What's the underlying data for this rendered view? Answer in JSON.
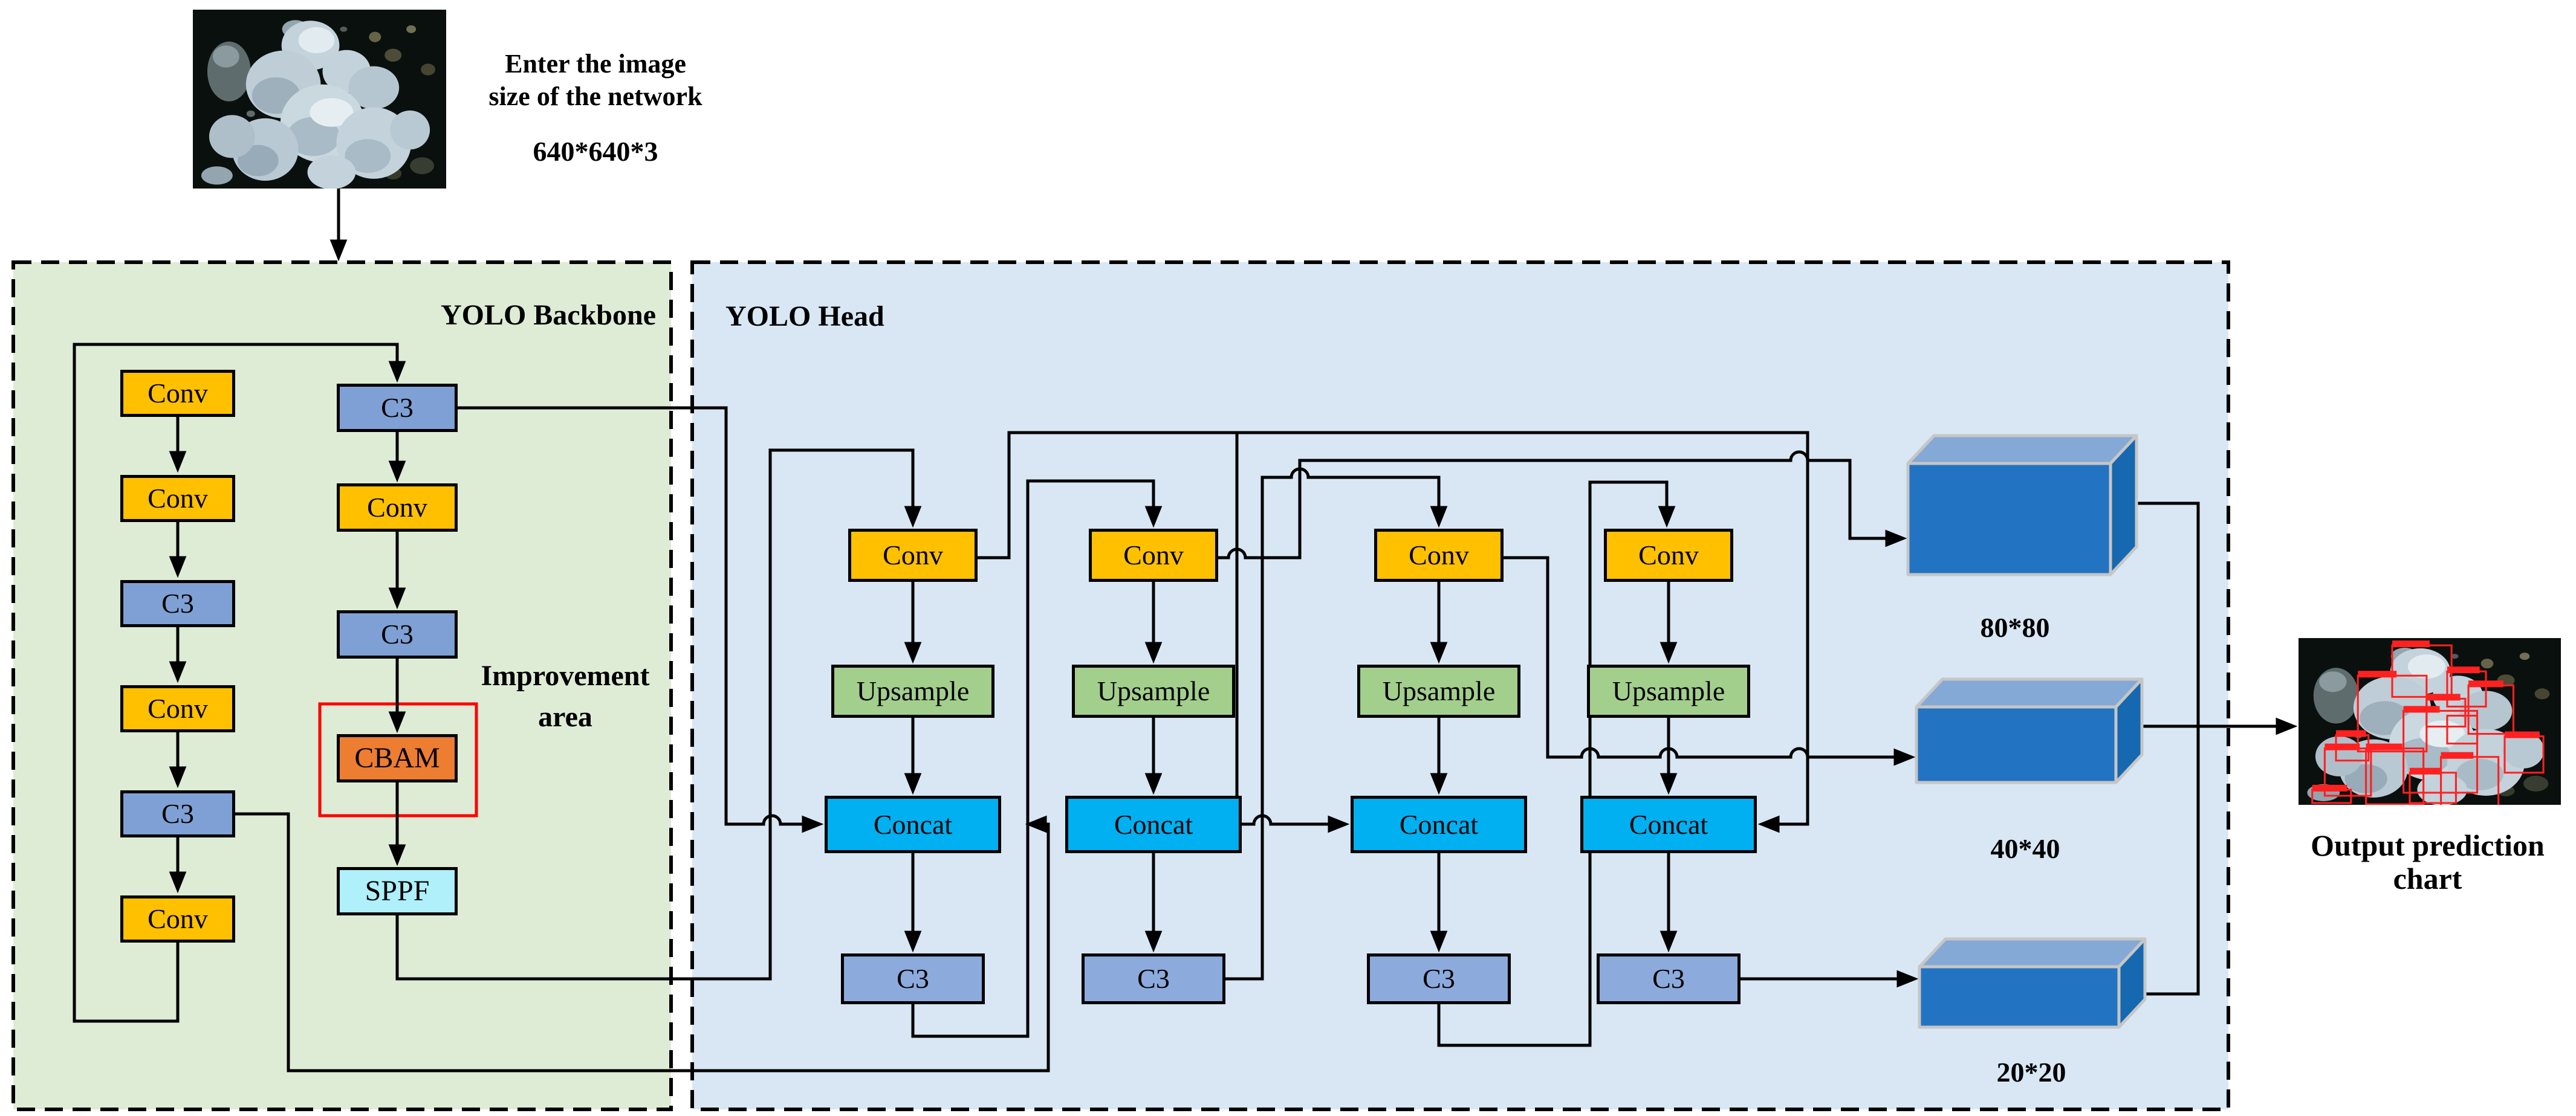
{
  "input": {
    "caption_line1": "Enter the image",
    "caption_line2": "size of the network",
    "size_label": "640*640*3"
  },
  "backbone": {
    "title": "YOLO Backbone",
    "left_column": [
      "Conv",
      "Conv",
      "C3",
      "Conv",
      "C3",
      "Conv"
    ],
    "right_column": [
      "C3",
      "Conv",
      "C3",
      "CBAM",
      "SPPF"
    ],
    "improvement_line1": "Improvement",
    "improvement_line2": "area"
  },
  "head": {
    "title": "YOLO Head",
    "groups": [
      {
        "conv": "Conv",
        "upsample": "Upsample",
        "concat": "Concat",
        "c3": "C3"
      },
      {
        "conv": "Conv",
        "upsample": "Upsample",
        "concat": "Concat",
        "c3": "C3"
      },
      {
        "conv": "Conv",
        "upsample": "Upsample",
        "concat": "Concat",
        "c3": "C3"
      },
      {
        "conv": "Conv",
        "upsample": "Upsample",
        "concat": "Concat",
        "c3": "C3"
      }
    ]
  },
  "outputs": {
    "feature_maps": [
      "80*80",
      "40*40",
      "20*20"
    ],
    "caption": "Output prediction chart"
  },
  "colors": {
    "conv": "#FFC000",
    "c3_backbone": "#7FA0D4",
    "c3_head": "#8CAADC",
    "cbam": "#ED7D31",
    "sppf": "#AFF0FA",
    "upsample": "#A3CF8D",
    "concat": "#00B0F0",
    "backbone_bg": "#DEECD6",
    "head_bg": "#D8E7F3",
    "improvement_outline": "#FF0000",
    "cube_front": "#2373C3",
    "cube_top": "#85A9D6",
    "cube_side": "#1668B0",
    "detection_box": "#FF2020",
    "line": "#000000"
  }
}
